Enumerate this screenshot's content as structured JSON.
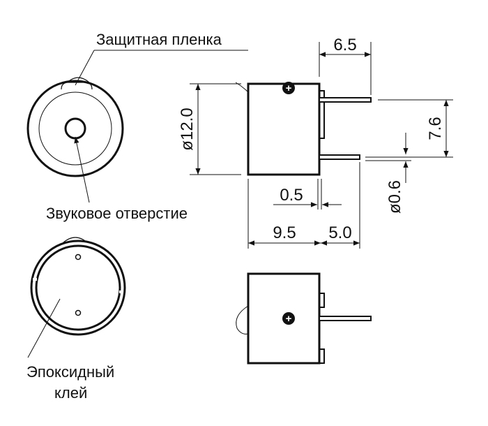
{
  "labels": {
    "protective_film": "Защитная пленка",
    "sound_hole": "Звуковое отверстие",
    "epoxy_glue_line1": "Эпоксидный",
    "epoxy_glue_line2": "клей"
  },
  "dimensions": {
    "pin_length": "6.5",
    "diameter": "ø12.0",
    "pin_spacing": "7.6",
    "pin_diameter": "ø0.6",
    "pin_thickness": "0.5",
    "body_height": "9.5",
    "pin_protrusion": "5.0"
  },
  "symbols": {
    "plus": "+"
  },
  "colors": {
    "line": "#111111",
    "background": "#ffffff"
  }
}
